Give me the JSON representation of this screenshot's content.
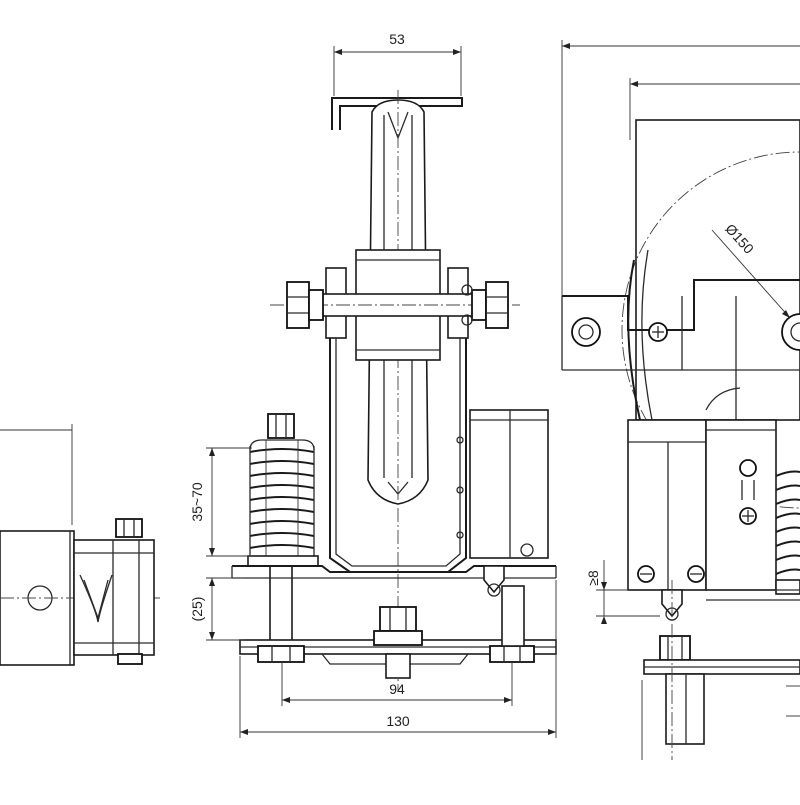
{
  "dimensions": {
    "top_width": "53",
    "spring_range": "35~70",
    "spring_seat": "(25)",
    "bolt_spacing": "94",
    "base_width": "130",
    "wheel_diameter": "Ø150",
    "gap": "≥8"
  },
  "colors": {
    "line": "#1a1a1a",
    "background": "#ffffff"
  }
}
